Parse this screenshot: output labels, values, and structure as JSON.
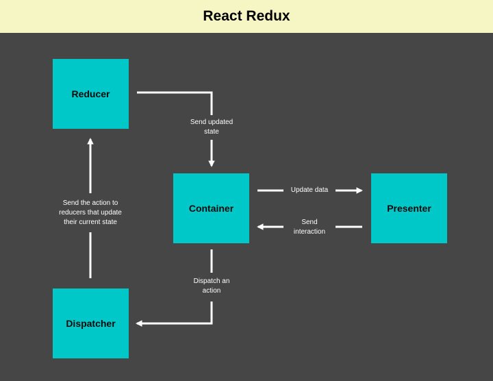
{
  "header": {
    "title": "React Redux"
  },
  "nodes": {
    "reducer": "Reducer",
    "container": "Container",
    "presenter": "Presenter",
    "dispatcher": "Dispatcher"
  },
  "edges": {
    "reducer_to_container": "Send updated\nstate",
    "container_to_presenter": "Update data",
    "presenter_to_container": "Send\ninteraction",
    "dispatcher_to_reducer": "Send the action to\nreducers that update\ntheir current state",
    "container_to_dispatcher": "Dispatch an\naction"
  },
  "colors": {
    "background": "#464646",
    "header": "#f6f5c4",
    "node": "#00c7c8",
    "arrow": "#ffffff"
  }
}
